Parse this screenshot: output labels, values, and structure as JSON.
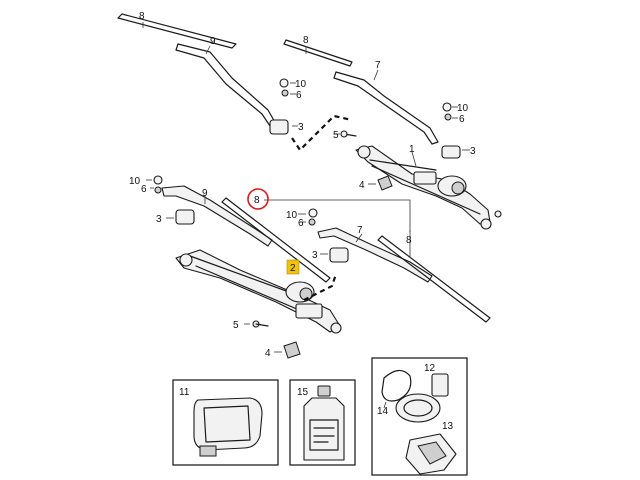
{
  "diagram": {
    "callouts": {
      "c1": "1",
      "c2": "2",
      "c3": "3",
      "c4": "4",
      "c5": "5",
      "c6": "6",
      "c7": "7",
      "c8": "8",
      "c9": "9",
      "c10": "10",
      "c11": "11",
      "c12": "12",
      "c13": "13",
      "c14": "14",
      "c15": "15"
    },
    "highlight_color": "#d81b1b",
    "marker_color": "#f0c20a"
  }
}
